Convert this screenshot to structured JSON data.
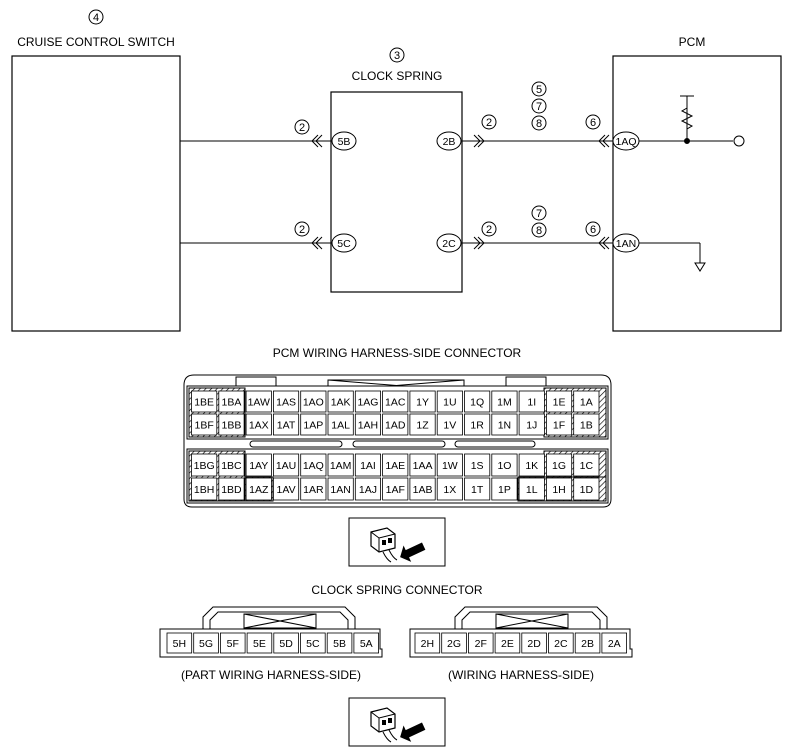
{
  "wiring": {
    "cruise_switch": {
      "callout": "4",
      "title": "CRUISE CONTROL SWITCH"
    },
    "clock_spring": {
      "callout": "3",
      "title": "CLOCK SPRING",
      "pins_left": [
        "5B",
        "5C"
      ],
      "pins_right": [
        "2B",
        "2C"
      ]
    },
    "pcm": {
      "title": "PCM",
      "pins": [
        "1AQ",
        "1AN"
      ]
    },
    "callouts": {
      "top_left": "2",
      "top_mid": "2",
      "top_stack": [
        "5",
        "7",
        "8"
      ],
      "top_right": "6",
      "bottom_left": "2",
      "bottom_mid": "2",
      "bottom_stack": [
        "7",
        "8"
      ],
      "bottom_right": "6"
    }
  },
  "pcm_connector": {
    "title": "PCM WIRING HARNESS-SIDE CONNECTOR",
    "upper_rows": [
      [
        "1BE",
        "1BA",
        "1AW",
        "1AS",
        "1AO",
        "1AK",
        "1AG",
        "1AC",
        "1Y",
        "1U",
        "1Q",
        "1M",
        "1I",
        "1E",
        "1A"
      ],
      [
        "1BF",
        "1BB",
        "1AX",
        "1AT",
        "1AP",
        "1AL",
        "1AH",
        "1AD",
        "1Z",
        "1V",
        "1R",
        "1N",
        "1J",
        "1F",
        "1B"
      ]
    ],
    "lower_rows": [
      [
        "1BG",
        "1BC",
        "1AY",
        "1AU",
        "1AQ",
        "1AM",
        "1AI",
        "1AE",
        "1AA",
        "1W",
        "1S",
        "1O",
        "1K",
        "1G",
        "1C"
      ],
      [
        "1BH",
        "1BD",
        "1AZ",
        "1AV",
        "1AR",
        "1AN",
        "1AJ",
        "1AF",
        "1AB",
        "1X",
        "1T",
        "1P",
        "1L",
        "1H",
        "1D"
      ]
    ]
  },
  "clock_spring_connector": {
    "title": "CLOCK SPRING CONNECTOR",
    "left": {
      "pins": [
        "5H",
        "5G",
        "5F",
        "5E",
        "5D",
        "5C",
        "5B",
        "5A"
      ],
      "caption": "(PART WIRING HARNESS-SIDE)"
    },
    "right": {
      "pins": [
        "2H",
        "2G",
        "2F",
        "2E",
        "2D",
        "2C",
        "2B",
        "2A"
      ],
      "caption": "(WIRING HARNESS-SIDE)"
    }
  },
  "icons": [
    "connector-view-icon",
    "connector-view-icon"
  ]
}
